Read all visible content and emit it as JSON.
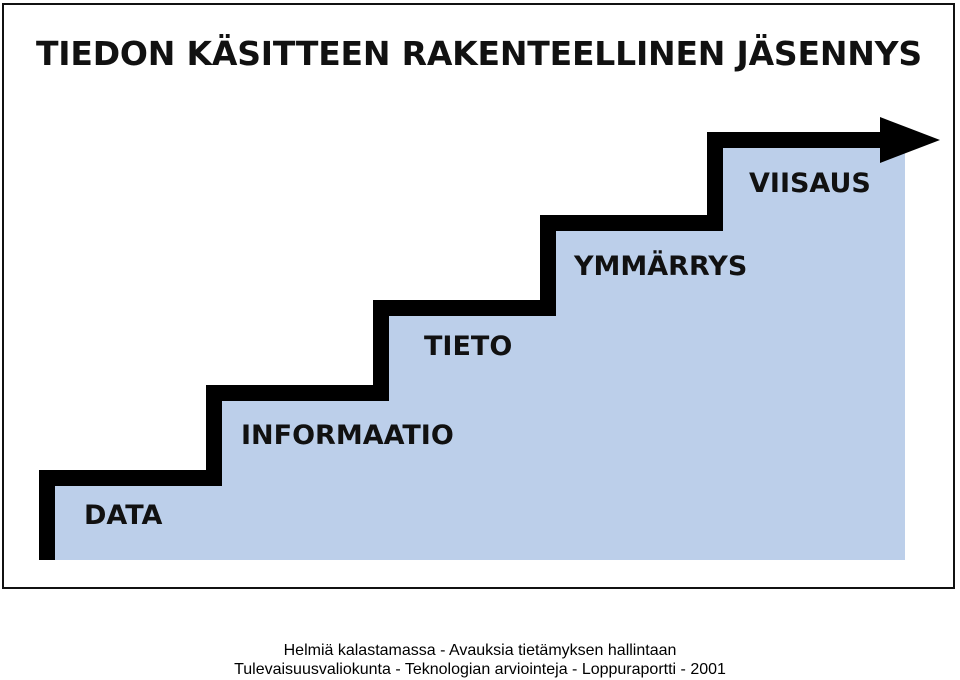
{
  "diagram": {
    "title": "TIEDON KÄSITTEEN RAKENTEELLINEN JÄSENNYS",
    "steps": [
      {
        "label": "DATA"
      },
      {
        "label": "INFORMAATIO"
      },
      {
        "label": "TIETO"
      },
      {
        "label": "YMMÄRRYS"
      },
      {
        "label": "VIISAUS"
      }
    ],
    "fill_color": "#bccfea",
    "line_color": "#000000"
  },
  "footer": {
    "line1": "Helmiä kalastamassa - Avauksia tietämyksen hallintaan",
    "line2": "Tulevaisuusvaliokunta - Teknologian arviointeja - Loppuraportti - 2001"
  }
}
